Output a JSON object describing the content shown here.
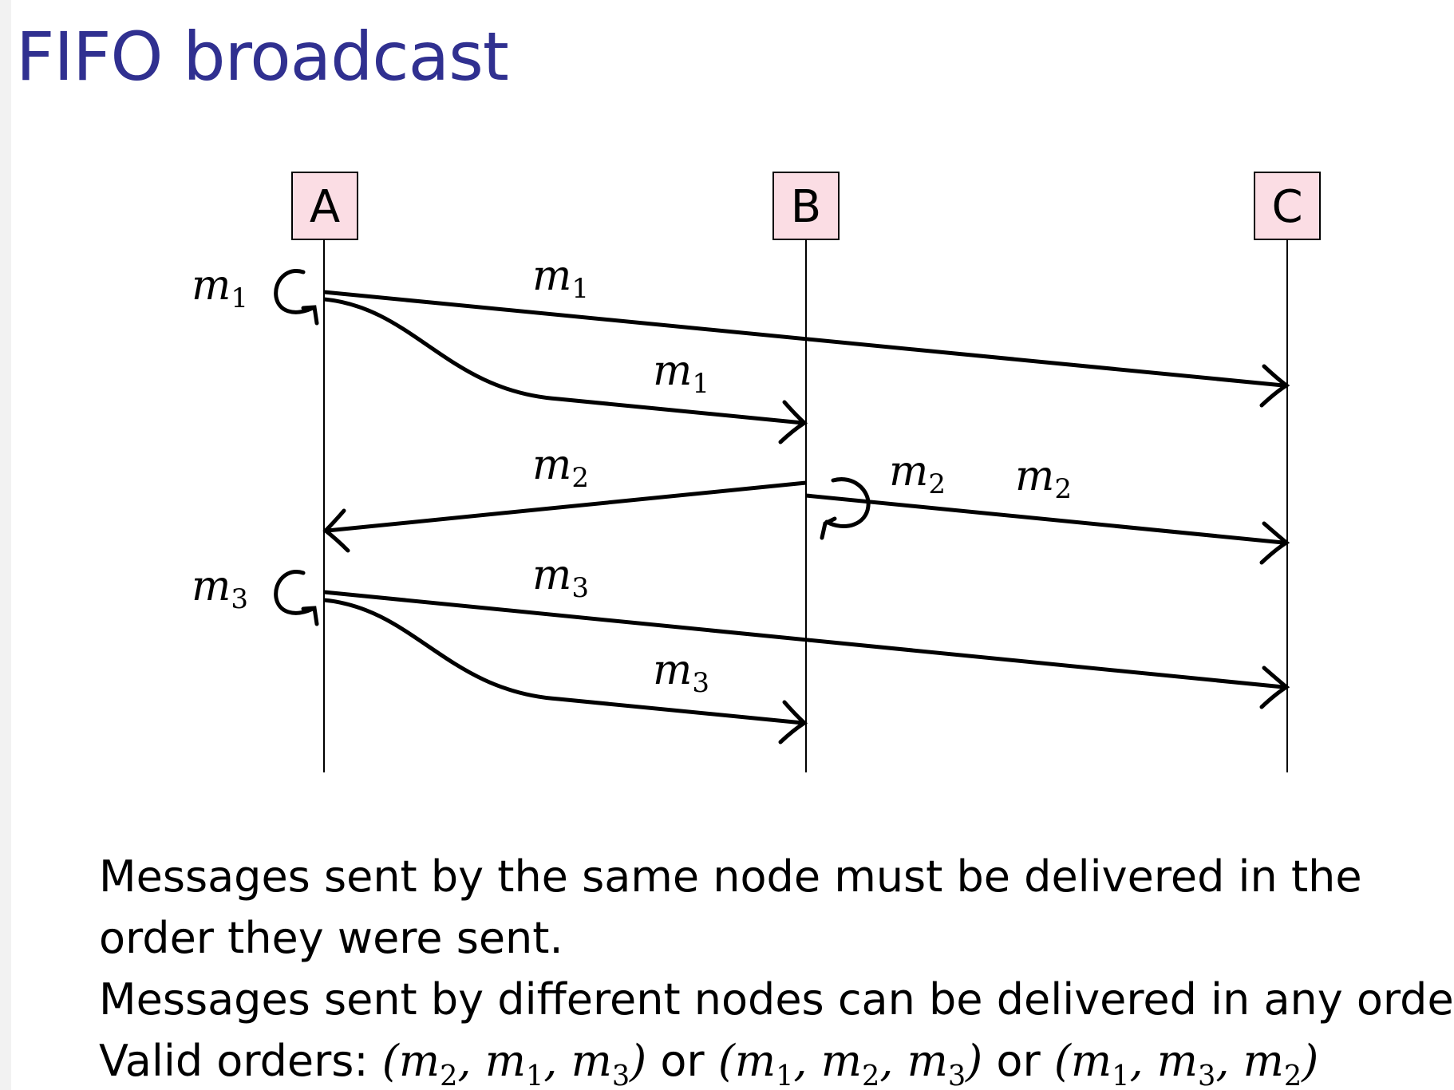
{
  "slide": {
    "title": "FIFO broadcast"
  },
  "diagram": {
    "nodes": [
      "A",
      "B",
      "C"
    ],
    "node_fill": "#fbdde4",
    "messages": [
      {
        "id": "m1",
        "label": "m",
        "sub": "1",
        "from": "A",
        "to": [
          "A",
          "B",
          "C"
        ]
      },
      {
        "id": "m2",
        "label": "m",
        "sub": "2",
        "from": "B",
        "to": [
          "B",
          "A",
          "C"
        ]
      },
      {
        "id": "m3",
        "label": "m",
        "sub": "3",
        "from": "A",
        "to": [
          "A",
          "B",
          "C"
        ]
      }
    ]
  },
  "text": {
    "line1": "Messages sent by the same node must be delivered in the",
    "line2": "order they were sent.",
    "line3": "Messages sent by different nodes can be delivered in any order.",
    "valid_prefix": "Valid orders:",
    "or1": "or",
    "or2": "or",
    "orders": [
      {
        "text": "(m2, m1, m3)",
        "seq": [
          "2",
          "1",
          "3"
        ]
      },
      {
        "text": "(m1, m2, m3)",
        "seq": [
          "1",
          "2",
          "3"
        ]
      },
      {
        "text": "(m1, m3, m2)",
        "seq": [
          "1",
          "3",
          "2"
        ]
      }
    ]
  }
}
